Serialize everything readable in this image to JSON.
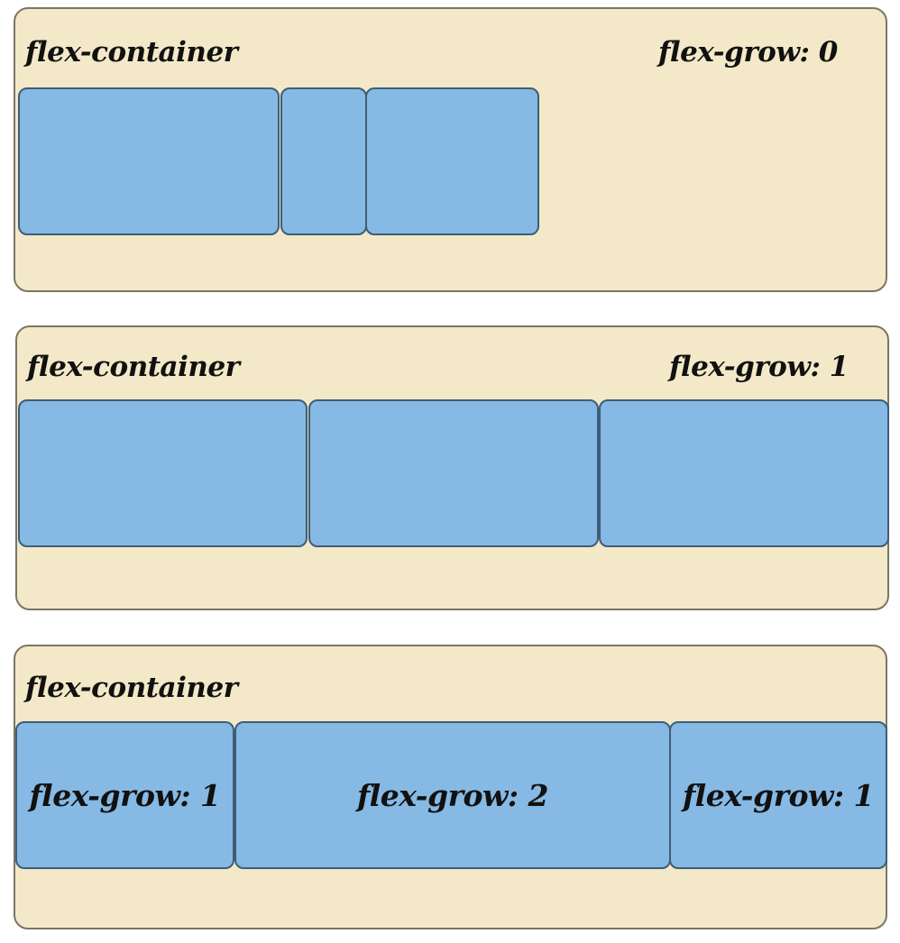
{
  "diagram": {
    "panels": [
      {
        "container_label": "flex-container",
        "grow_label": "flex-grow: 0",
        "items": [
          "",
          "",
          ""
        ]
      },
      {
        "container_label": "flex-container",
        "grow_label": "flex-grow: 1",
        "items": [
          "",
          "",
          ""
        ]
      },
      {
        "container_label": "flex-container",
        "grow_label": "",
        "items": [
          "flex-grow: 1",
          "flex-grow: 2",
          "flex-grow: 1"
        ]
      }
    ]
  },
  "colors": {
    "container_fill": "#f3e8c8",
    "container_border": "#7b7563",
    "item_fill": "#86b9e3",
    "item_border": "#3e5d78"
  }
}
